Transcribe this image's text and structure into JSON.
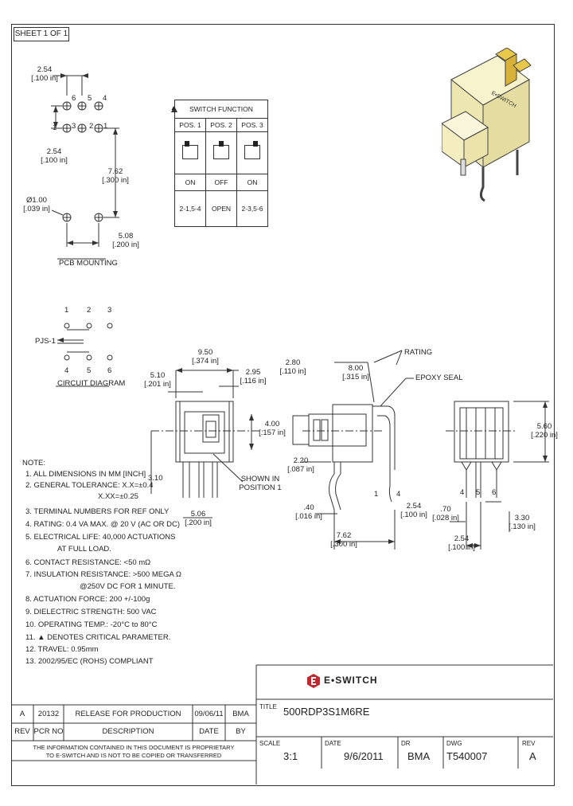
{
  "sheet": "SHEET 1 OF 1",
  "pcb": {
    "dim_pitch_top": [
      "2.54",
      "[.100 in]"
    ],
    "pins_top": [
      "6",
      "5",
      "4"
    ],
    "pins_bottom": [
      "1",
      "3",
      "2",
      "1"
    ],
    "dim_pitch_side": [
      "2.54",
      "[.100 in]"
    ],
    "dim_span": [
      "7.62",
      "[.300 in]"
    ],
    "dim_hole": [
      "Ø1.00",
      "[.039 in]"
    ],
    "dim_mount": [
      "5.08",
      "[.200 in]"
    ],
    "label": "PCB MOUNTING"
  },
  "switch_function": {
    "marker": "▲",
    "header": "SWITCH FUNCTION",
    "positions": [
      "POS. 1",
      "POS. 2",
      "POS. 3"
    ],
    "states": [
      "ON",
      "OFF",
      "ON"
    ],
    "connections": [
      "2-1,5-4",
      "OPEN",
      "2-3,5-6"
    ]
  },
  "circuit": {
    "top_pins": [
      "1",
      "2",
      "3"
    ],
    "bottom_pins": [
      "4",
      "5",
      "6"
    ],
    "label_side": "PJS-1",
    "label": "CIRCUIT DIAGRAM"
  },
  "front_view": {
    "dim_950": [
      "9.50",
      "[.374 in]"
    ],
    "dim_510": [
      "5.10",
      "[.201 in]"
    ],
    "dim_295": [
      "2.95",
      "[.116 in]"
    ],
    "dim_400": [
      "4.00",
      "[.157 in]"
    ],
    "dim_310": "3.10",
    "dim_506": [
      "5.06",
      "[.200 in]"
    ],
    "shown_in": [
      "SHOWN IN",
      "POSITION 1"
    ]
  },
  "side_view": {
    "dim_280": [
      "2.80",
      "[.110 in]"
    ],
    "dim_800": [
      "8.00",
      "[.315 in]"
    ],
    "rating": "RATING",
    "epoxy": "EPOXY SEAL",
    "dim_220": [
      "2.20",
      "[.087 in]"
    ],
    "dim_40": [
      ".40",
      "[.016 in]"
    ],
    "dim_254": [
      "2.54",
      "[.100 in]"
    ],
    "dim_762": [
      "7.62",
      "[.300 in]"
    ],
    "pin_labels": [
      "1",
      "4"
    ]
  },
  "end_view": {
    "dim_560": [
      "5.60",
      "[.220 in]"
    ],
    "dim_70": [
      ".70",
      "[.028 in]"
    ],
    "dim_330": [
      "3.30",
      "[.130 in]"
    ],
    "dim_254": [
      "2.54",
      "[.100 in]"
    ],
    "pin_labels": [
      "4",
      "5",
      "6"
    ]
  },
  "notes": [
    "NOTE:",
    "1. ALL DIMENSIONS IN MM [INCH]",
    "2. GENERAL TOLERANCE: X.X=±0.4",
    "X.XX=±0.25",
    "3. TERMINAL NUMBERS FOR REF ONLY",
    "4. RATING: 0.4 VA MAX. @ 20 V (AC OR DC)",
    "5. ELECTRICAL LIFE: 40,000 ACTUATIONS",
    "AT FULL LOAD.",
    "6. CONTACT RESISTANCE: <50 mΩ",
    "7. INSULATION RESISTANCE: >500 MEGA Ω",
    "@250V DC FOR 1 MINUTE.",
    "8. ACTUATION FORCE: 200 +/-100g",
    "9. DIELECTRIC STRENGTH: 500 VAC",
    "10. OPERATING TEMP.: -20°C to 80°C",
    "11. ▲ DENOTES CRITICAL PARAMETER.",
    "12. TRAVEL: 0.95mm",
    "13. 2002/95/EC (ROHS) COMPLIANT"
  ],
  "revisions": {
    "row": {
      "rev": "A",
      "pcr": "20132",
      "desc": "RELEASE FOR PRODUCTION",
      "date": "09/06/11",
      "by": "BMA"
    },
    "headers": {
      "rev": "REV",
      "pcr": "PCR NO",
      "desc": "DESCRIPTION",
      "date": "DATE",
      "by": "BY"
    },
    "disclaimer": [
      "THE INFORMATION CONTAINED IN THIS DOCUMENT IS PROPRIETARY",
      "TO E-SWITCH AND IS NOT TO BE COPIED OR TRANSFERRED"
    ]
  },
  "title_block": {
    "company": "E•SWITCH",
    "title_label": "TITLE",
    "title": "500RDP3S1M6RE",
    "scale_label": "SCALE",
    "scale": "3:1",
    "date_label": "DATE",
    "date": "9/6/2011",
    "dr_label": "DR",
    "dr": "BMA",
    "dwg_label": "DWG",
    "dwg": "T540007",
    "rev_label": "REV",
    "rev": "A"
  },
  "colors": {
    "line": "#333333",
    "part_body": "#f3efc2",
    "part_terminal": "#e8c84a"
  }
}
